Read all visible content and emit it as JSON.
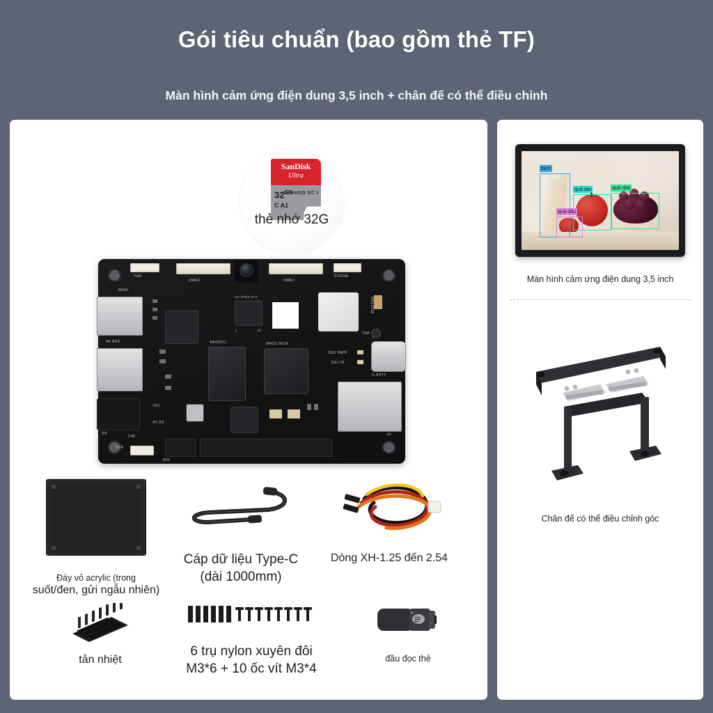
{
  "header": {
    "title": "Gói tiêu chuẩn (bao gồm thẻ TF)",
    "subtitle": "Màn hình cảm ứng điện dung 3,5 inch + chân đế có thể điều chỉnh",
    "background_color": "#5c6476",
    "title_color": "#ffffff"
  },
  "left_panel": {
    "sd_card": {
      "brand": "SanDisk",
      "line2": "Ultra",
      "capacity": "32",
      "capacity_unit": "GB",
      "speed_class": "A1",
      "class_mark": "C",
      "bus_mark": "microSD XC I",
      "caption": "thẻ nhớ 32G",
      "body_color": "#9a9ba0",
      "accent_color": "#d8232a"
    },
    "board": {
      "name": "k230-sbc",
      "silkscreen": [
        "KEY",
        "HDMI",
        "CAM1",
        "CAM0",
        "BOOT0",
        "ANT3225",
        "ANT",
        "USB-AF",
        "LPDDR4",
        "K230 CORE",
        "TYPE-C",
        "TF",
        "PWR LED",
        "IO LED",
        "DC-IN",
        "12V",
        "MIC",
        "RST",
        "DC",
        "1",
        "24",
        "IOG"
      ],
      "chip_marking": "TY3-20PS-V2",
      "color": "#16161a"
    },
    "accessories": [
      {
        "name": "acrylic-case-bottom",
        "caption_line1": "Đáy vỏ acrylic (trong",
        "caption_line2": "suốt/đen, gửi ngẫu nhiên)",
        "caption_size": "sm"
      },
      {
        "name": "type-c-data-cable",
        "caption_line1": "Cáp dữ liệu Type-C",
        "caption_line2": "(dài 1000mm)",
        "caption_size": "lg"
      },
      {
        "name": "xh-to-2.54-wire",
        "caption_line1": "Dòng XH-1.25 đến 2.54",
        "caption_line2": "",
        "caption_size": "md"
      },
      {
        "name": "heatsink",
        "caption_line1": "tản nhiệt",
        "caption_line2": "",
        "caption_size": "md"
      },
      {
        "name": "nylon-standoffs-and-screws",
        "caption_line1": "6 trụ nylon xuyên đôi",
        "caption_line2": "M3*6 + 10 ốc vít M3*4",
        "caption_size": "lg"
      },
      {
        "name": "card-reader",
        "caption_line1": "đầu đọc thẻ",
        "caption_line2": "",
        "caption_size": "sm"
      }
    ]
  },
  "right_panel": {
    "screen": {
      "caption": "Màn hình cảm ứng điện dung 3,5 inch",
      "bezel_color": "#1b1b1d",
      "detections": [
        {
          "label": "tách",
          "color": "#35a8e0"
        },
        {
          "label": "quả táo",
          "color": "#2fd6d0"
        },
        {
          "label": "quả nho",
          "color": "#34e29a"
        },
        {
          "label": "quả dâu",
          "color": "#e07de0"
        }
      ]
    },
    "stand": {
      "caption": "Chân đế có thể điều chỉnh góc",
      "color": "#2a2a2e"
    }
  }
}
